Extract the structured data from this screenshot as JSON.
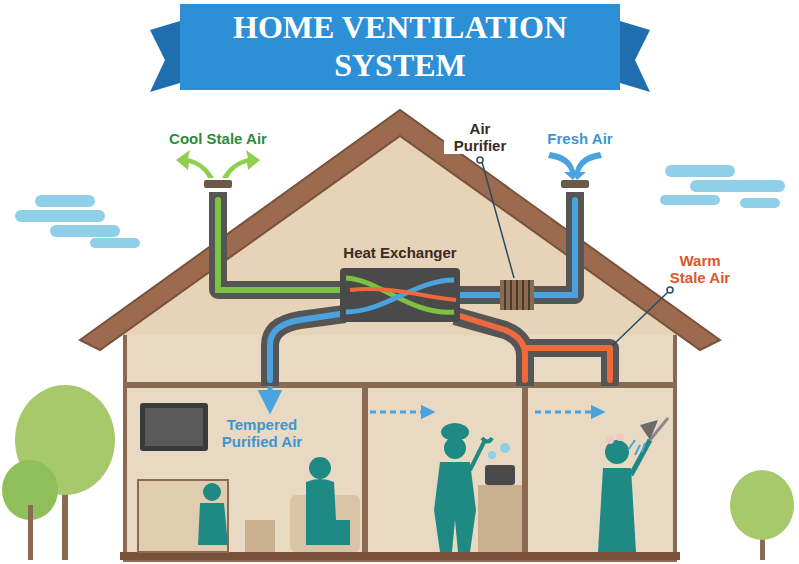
{
  "diagram": {
    "title": "HOME VENTILATION SYSTEM",
    "labels": [
      "Cool Stale Air",
      "Air Purifier",
      "Fresh Air",
      "Heat Exchanger",
      "Warm Stale Air",
      "Tempered Purified Air"
    ]
  }
}
